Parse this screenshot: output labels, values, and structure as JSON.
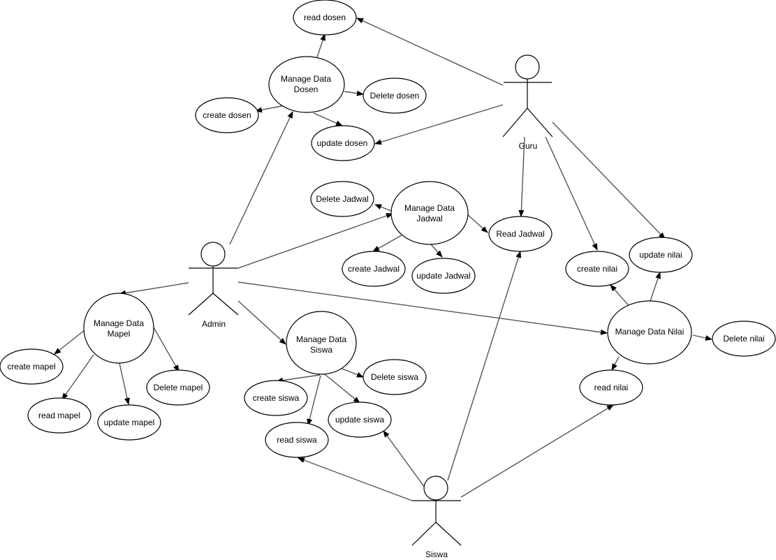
{
  "actors": {
    "admin": "Admin",
    "guru": "Guru",
    "siswa": "Siswa"
  },
  "usecases": {
    "read_dosen": "read dosen",
    "manage_dosen": [
      "Manage Data",
      "Dosen"
    ],
    "create_dosen": "create dosen",
    "delete_dosen": "Delete dosen",
    "update_dosen": "update dosen",
    "delete_jadwal": "Delete Jadwal",
    "manage_jadwal": [
      "Manage Data",
      "Jadwal"
    ],
    "read_jadwal": "Read Jadwal",
    "create_jadwal": "create Jadwal",
    "update_jadwal": "update Jadwal",
    "create_nilai": "create nilai",
    "update_nilai": "update nilai",
    "manage_nilai": "Manage Data Nilai",
    "delete_nilai": "Delete nilai",
    "read_nilai": "read nilai",
    "manage_mapel": [
      "Manage Data",
      "Mapel"
    ],
    "create_mapel": "create mapel",
    "read_mapel": "read mapel",
    "update_mapel": "update mapel",
    "delete_mapel": "Delete mapel",
    "manage_siswa": [
      "Manage Data",
      "Siswa"
    ],
    "delete_siswa": "Delete siswa",
    "create_siswa": "create siswa",
    "update_siswa": "update siswa",
    "read_siswa": "read siswa"
  },
  "colors": {
    "stroke": "#000000",
    "edge": "#555555",
    "background": "#ffffff"
  }
}
